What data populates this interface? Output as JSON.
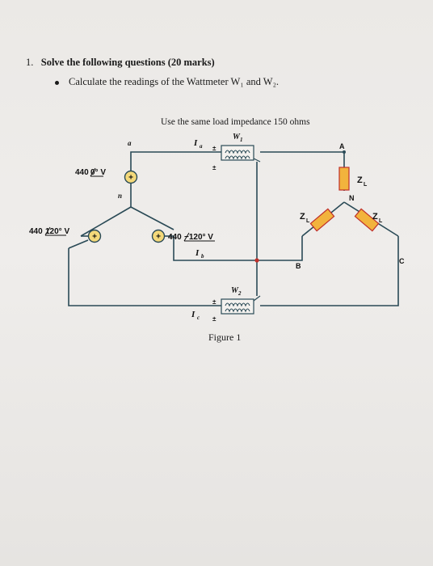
{
  "question": {
    "number": "1.",
    "title": "Solve the following questions",
    "marks": "(20 marks)",
    "bullet": "Calculate the readings of the Wattmeter W₁ and W₂."
  },
  "instruction": "Use the same load impedance 150 ohms",
  "figure_caption": "Figure 1",
  "sources": {
    "top": "440⁄0° V",
    "left": "440⁄120° V",
    "right": "440⁄−120° V"
  },
  "source_parts": {
    "top_mag": "440",
    "top_angle": "0° V",
    "left_mag": "440",
    "left_angle": "120° V",
    "right_mag": "440",
    "right_angle": "−120° V"
  },
  "nodes": {
    "a": "a",
    "n": "n",
    "A": "A",
    "N": "N",
    "B": "B",
    "C": "C"
  },
  "currents": {
    "Ia": "I",
    "Ia_sub": "a",
    "Ib": "I",
    "Ib_sub": "b",
    "Ic": "I",
    "Ic_sub": "c"
  },
  "wattmeters": {
    "w1": "W",
    "w1_sub": "1",
    "w2": "W",
    "w2_sub": "2",
    "plus": "±"
  },
  "loads": {
    "z_label": "Z",
    "z_sub": "L"
  },
  "colors": {
    "load_fill": "#f2b33d",
    "source_fill": "#f4d97a",
    "wire": "#2a4a56",
    "accent_red": "#c0302a"
  }
}
